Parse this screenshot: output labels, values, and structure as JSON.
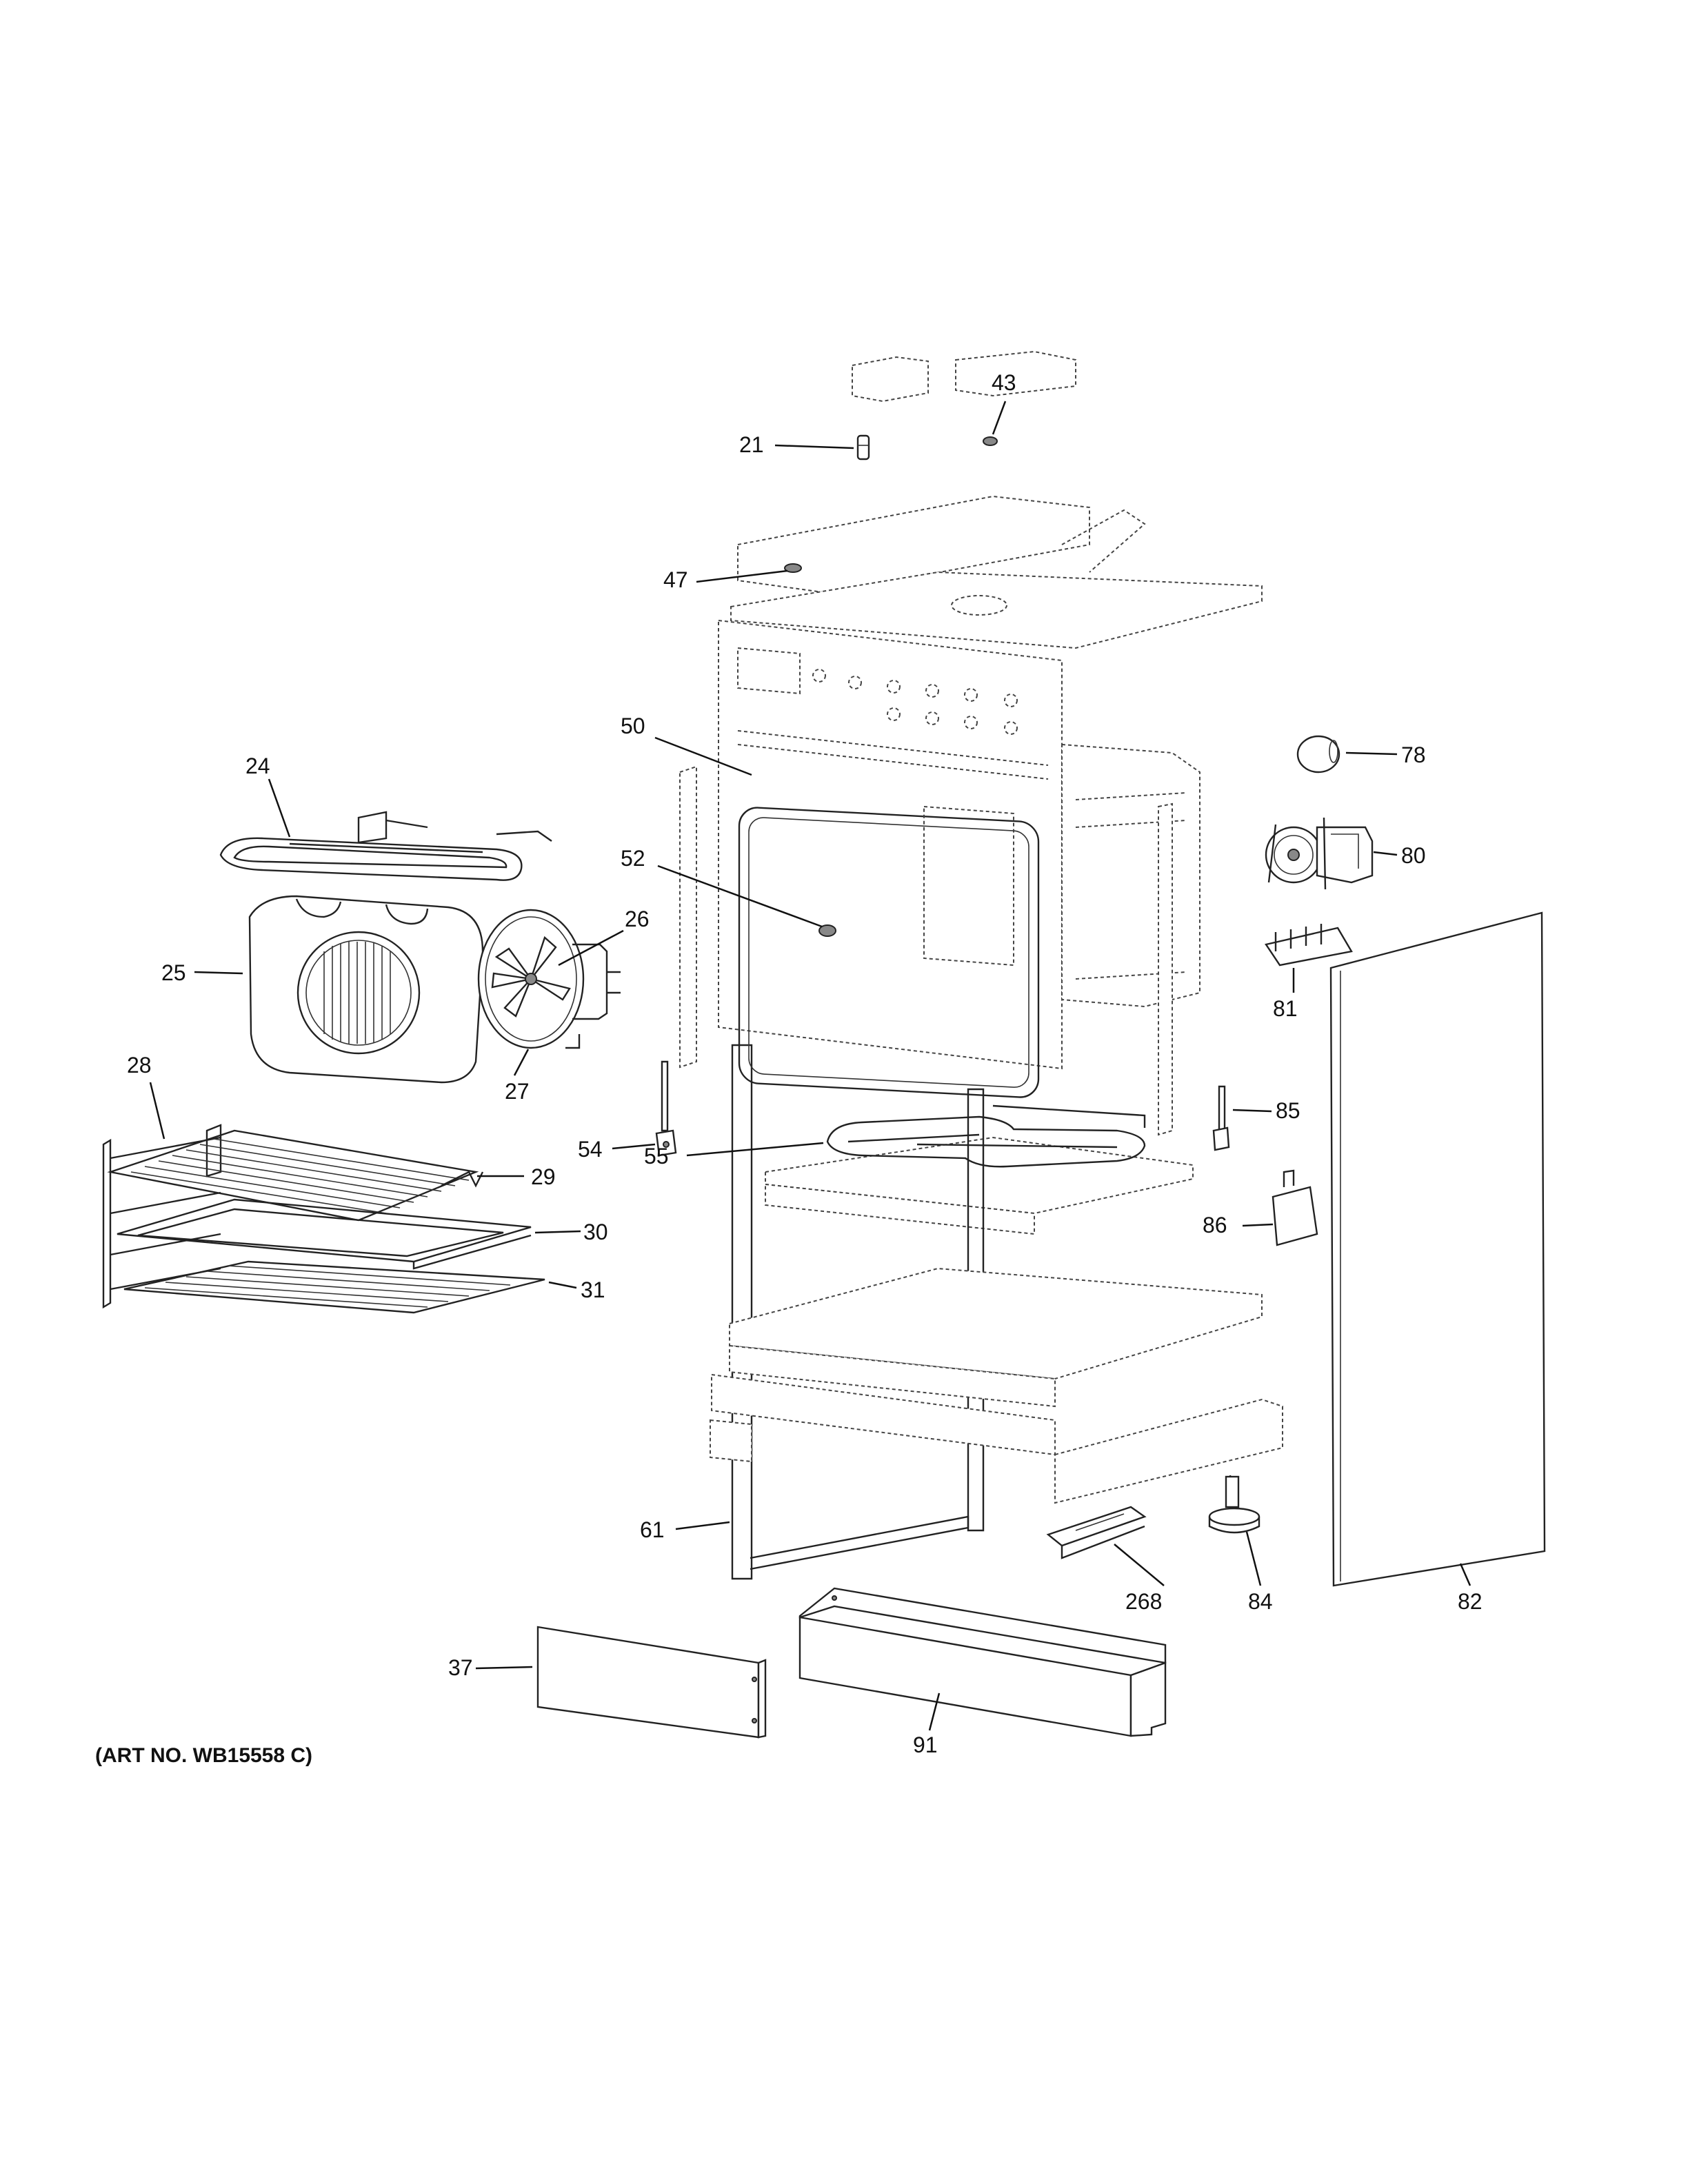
{
  "diagram": {
    "art_number": "(ART NO. WB15558 C)",
    "callouts": {
      "c21": "21",
      "c43": "43",
      "c47": "47",
      "c50": "50",
      "c52": "52",
      "c24": "24",
      "c25": "25",
      "c26": "26",
      "c27": "27",
      "c28": "28",
      "c29": "29",
      "c30": "30",
      "c31": "31",
      "c54": "54",
      "c55": "55",
      "c78": "78",
      "c80": "80",
      "c81": "81",
      "c85": "85",
      "c86": "86",
      "c61": "61",
      "c268": "268",
      "c84": "84",
      "c82": "82",
      "c37": "37",
      "c91": "91"
    }
  }
}
